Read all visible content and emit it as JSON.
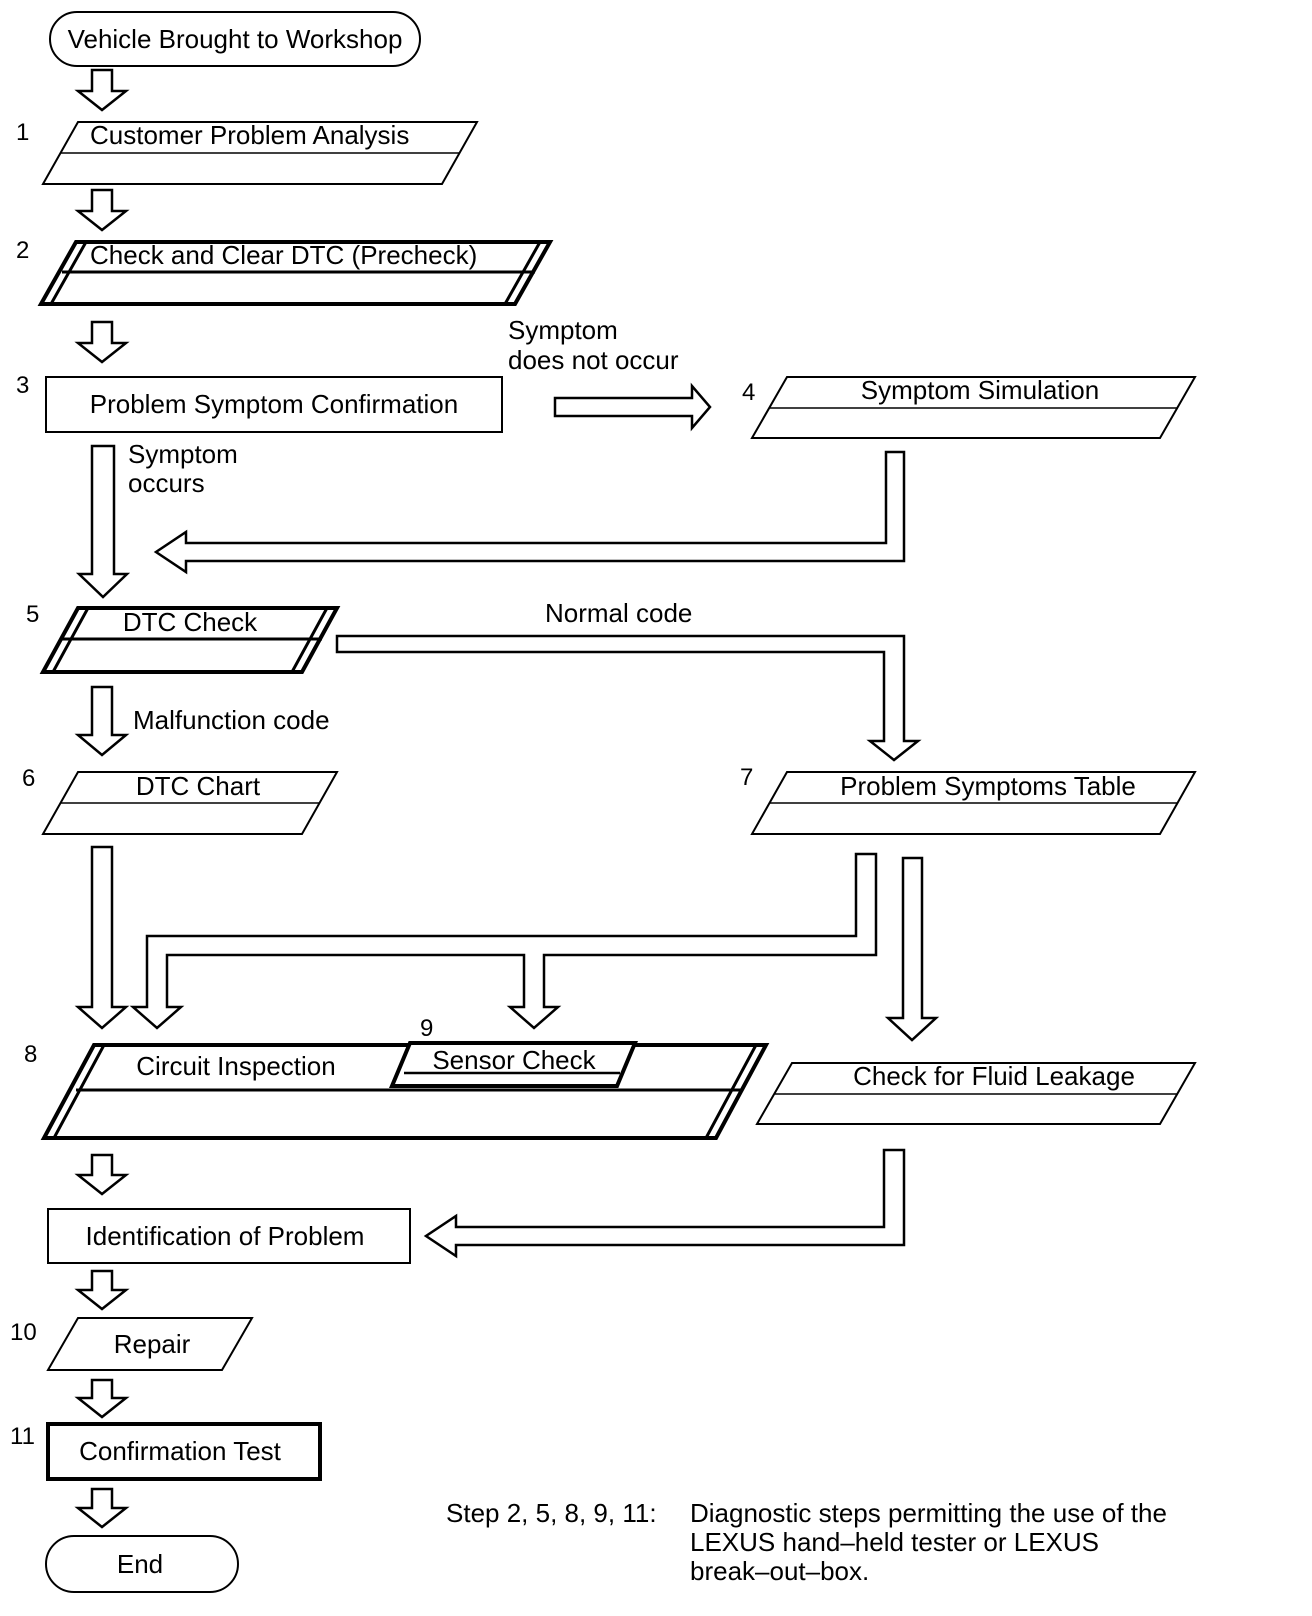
{
  "nodes": {
    "start": "Vehicle Brought to Workshop",
    "customer_problem_analysis": "Customer Problem Analysis",
    "check_clear_dtc": "Check and Clear DTC (Precheck)",
    "problem_symptom_confirmation": "Problem Symptom Confirmation",
    "symptom_simulation": "Symptom Simulation",
    "dtc_check": "DTC Check",
    "dtc_chart": "DTC Chart",
    "problem_symptoms_table": "Problem Symptoms Table",
    "circuit_inspection": "Circuit Inspection",
    "sensor_check": "Sensor Check",
    "check_fluid_leakage": "Check for Fluid Leakage",
    "identification_of_problem": "Identification of Problem",
    "repair": "Repair",
    "confirmation_test": "Confirmation Test",
    "end": "End"
  },
  "step_numbers": {
    "s1": "1",
    "s2": "2",
    "s3": "3",
    "s4": "4",
    "s5": "5",
    "s6": "6",
    "s7": "7",
    "s8": "8",
    "s9": "9",
    "s10": "10",
    "s11": "11"
  },
  "edge_labels": {
    "symptom_not_occur_line1": "Symptom",
    "symptom_not_occur_line2": "does not occur",
    "symptom_occurs_line1": "Symptom",
    "symptom_occurs_line2": "occurs",
    "normal_code": "Normal code",
    "malfunction_code": "Malfunction code"
  },
  "note": {
    "prefix": "Step 2, 5, 8, 9, 11:",
    "line1": "Diagnostic steps permitting the use of the",
    "line2": "LEXUS hand–held tester or LEXUS",
    "line3": "break–out–box."
  }
}
